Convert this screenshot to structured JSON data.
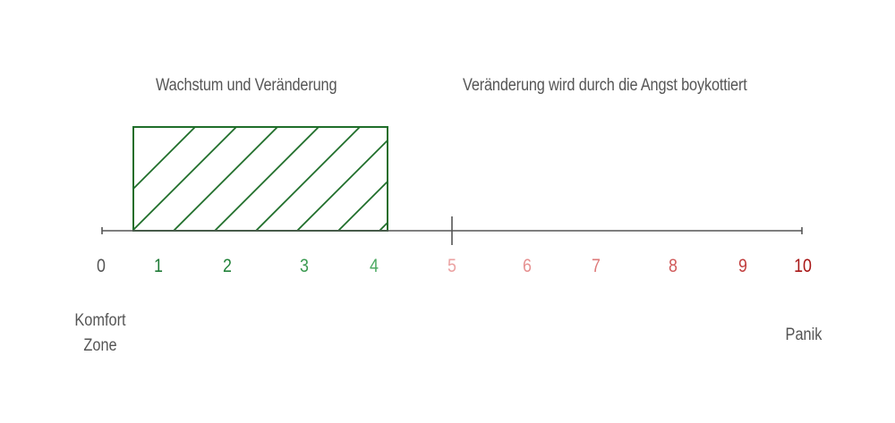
{
  "zones": {
    "growth_label": "Wachstum und Veränderung",
    "fear_label": "Veränderung wird durch die Angst boykottiert"
  },
  "scale": {
    "min": 0,
    "max": 10,
    "marker_at": 5,
    "growth_range": [
      0.5,
      4.2
    ],
    "ticks": [
      {
        "label": "0",
        "value": 0,
        "color": "#555555"
      },
      {
        "label": "1",
        "value": 1,
        "color": "#1e7a35"
      },
      {
        "label": "2",
        "value": 2,
        "color": "#23833b"
      },
      {
        "label": "3",
        "value": 3,
        "color": "#3a9a50"
      },
      {
        "label": "4",
        "value": 4,
        "color": "#4caa62"
      },
      {
        "label": "5",
        "value": 5,
        "color": "#eba2a2"
      },
      {
        "label": "6",
        "value": 6,
        "color": "#e69090"
      },
      {
        "label": "7",
        "value": 7,
        "color": "#de7a7a"
      },
      {
        "label": "8",
        "value": 8,
        "color": "#d05a5a"
      },
      {
        "label": "9",
        "value": 9,
        "color": "#c23e3e"
      },
      {
        "label": "10",
        "value": 10,
        "color": "#a81616"
      }
    ]
  },
  "ends": {
    "left_line1": "Komfort",
    "left_line2": "Zone",
    "right": "Panik"
  },
  "colors": {
    "axis": "#555555",
    "growth_box": "#1f6e2a"
  }
}
